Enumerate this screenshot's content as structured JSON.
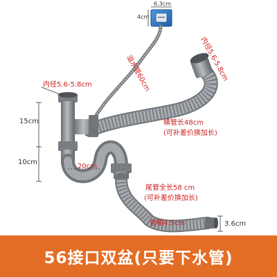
{
  "labels": {
    "box_width": "6.3cm",
    "box_height": "4cm",
    "overflow_tube": "溢水管60cm",
    "inner_diameter_left": "内径5.6-5.8cm",
    "inner_diameter_right": "内径5.6-5.8cm",
    "height_upper": "15cm",
    "height_lower": "10cm",
    "trap_width": "20cm",
    "cross_pipe_length": "横管长48cm",
    "cross_pipe_note": "(可补差价换加长)",
    "tail_pipe_length": "尾管全长58 cm",
    "tail_pipe_note": "(可补差价换加长)",
    "tube_diameter": "管粗4.5cm",
    "outlet_diameter": "3.6cm"
  },
  "banner": {
    "text": "56接口双盆(只要下水管)"
  },
  "colors": {
    "pipe": "#8f949a",
    "pipe_dark": "#5f646a",
    "label_red": "#cc1f1f",
    "banner_bg": "#e46d25",
    "banner_text": "#ffffff",
    "overflow_box": "#2f7fd0"
  }
}
